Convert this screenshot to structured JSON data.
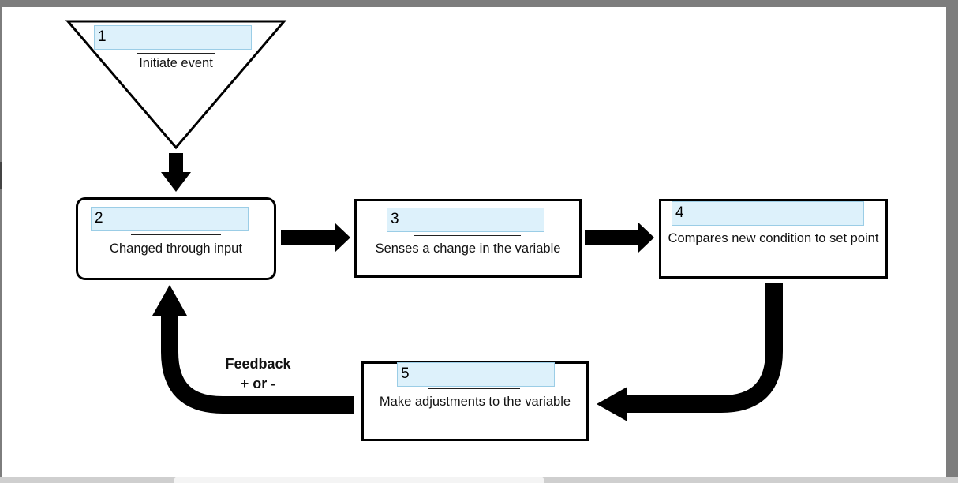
{
  "steps": [
    {
      "number": "1",
      "description": "Initiate event"
    },
    {
      "number": "2",
      "description": "Changed through input"
    },
    {
      "number": "3",
      "description": "Senses a change in the variable"
    },
    {
      "number": "4",
      "description": "Compares new condition to set point"
    },
    {
      "number": "5",
      "description": "Make adjustments to the variable"
    }
  ],
  "feedback": {
    "line1": "Feedback",
    "line2": "+ or -"
  },
  "colors": {
    "answer_field_fill": "#ddf1fb",
    "answer_field_border": "#9bcde6",
    "stroke": "#000000"
  }
}
